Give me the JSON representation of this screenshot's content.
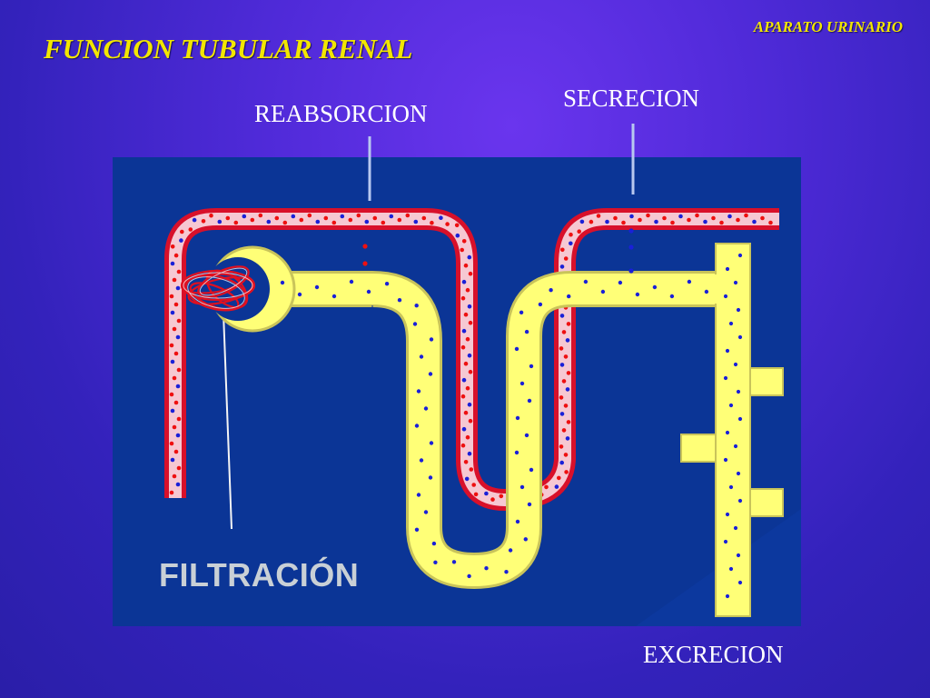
{
  "header": {
    "topic": "APARATO URINARIO",
    "title": "FUNCION TUBULAR RENAL"
  },
  "labels": {
    "reabsorcion": "REABSORCION",
    "secrecion": "SECRECION",
    "excrecion": "EXCRECION",
    "filtracion": "FILTRACIÓN"
  },
  "colors": {
    "tubule_yellow": "#ffff77",
    "vessel_red": "#d8102a",
    "vessel_pink": "#f6c8d2",
    "panel_blue": "#0b3596",
    "dot_blue": "#1a20d8",
    "dot_red": "#ee1010"
  }
}
